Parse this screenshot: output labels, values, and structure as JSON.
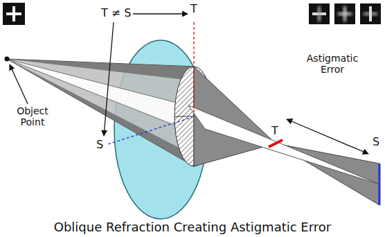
{
  "diagram": {
    "caption": "Oblique Refraction Creating Astigmatic Error",
    "labels": [
      "T ≠ S",
      "T",
      "S",
      "Object Point",
      "Astigmatic Error",
      "T",
      "S"
    ]
  }
}
